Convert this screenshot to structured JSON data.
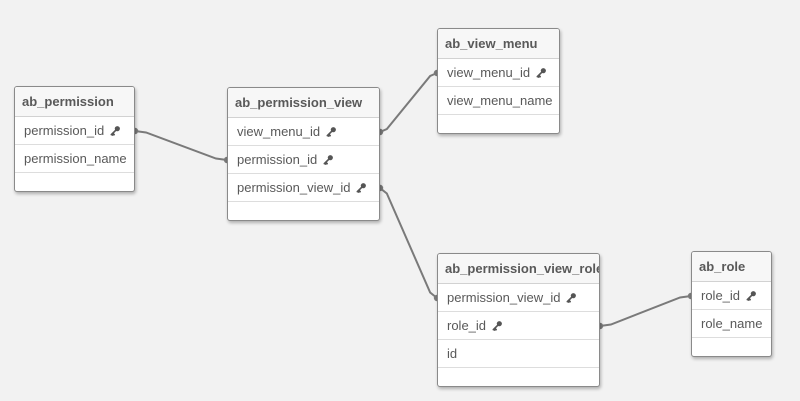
{
  "tables": [
    {
      "id": "ab_permission",
      "name": "ab_permission",
      "fields": [
        {
          "name": "permission_id",
          "key": true
        },
        {
          "name": "permission_name",
          "key": false
        }
      ]
    },
    {
      "id": "ab_permission_view",
      "name": "ab_permission_view",
      "fields": [
        {
          "name": "view_menu_id",
          "key": true
        },
        {
          "name": "permission_id",
          "key": true
        },
        {
          "name": "permission_view_id",
          "key": true
        }
      ]
    },
    {
      "id": "ab_view_menu",
      "name": "ab_view_menu",
      "fields": [
        {
          "name": "view_menu_id",
          "key": true
        },
        {
          "name": "view_menu_name",
          "key": false
        }
      ]
    },
    {
      "id": "ab_permission_view_role",
      "name": "ab_permission_view_role",
      "fields": [
        {
          "name": "permission_view_id",
          "key": true
        },
        {
          "name": "role_id",
          "key": true
        },
        {
          "name": "id",
          "key": false
        }
      ]
    },
    {
      "id": "ab_role",
      "name": "ab_role",
      "fields": [
        {
          "name": "role_id",
          "key": true
        },
        {
          "name": "role_name",
          "key": false
        }
      ]
    }
  ],
  "relationships": [
    {
      "from": "ab_permission.permission_id",
      "to": "ab_permission_view.permission_id"
    },
    {
      "from": "ab_permission_view.view_menu_id",
      "to": "ab_view_menu.view_menu_id"
    },
    {
      "from": "ab_permission_view.permission_view_id",
      "to": "ab_permission_view_role.permission_view_id"
    },
    {
      "from": "ab_permission_view_role.role_id",
      "to": "ab_role.role_id"
    }
  ],
  "colors": {
    "background": "#f2f2f2",
    "link": "#7a7a7a",
    "text": "#595959",
    "key_icon": "#555555"
  }
}
